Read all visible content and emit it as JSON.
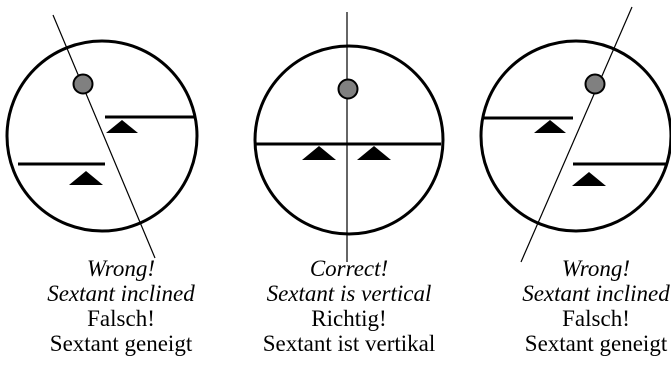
{
  "panels": [
    {
      "status_en": "Wrong!",
      "detail_en": "Sextant inclined",
      "status_de": "Falsch!",
      "detail_de": "Sextant geneigt"
    },
    {
      "status_en": "Correct!",
      "detail_en": "Sextant is vertical",
      "status_de": "Richtig!",
      "detail_de": "Sextant ist vertikal"
    },
    {
      "status_en": "Wrong!",
      "detail_en": "Sextant inclined",
      "status_de": "Falsch!",
      "detail_de": "Sextant geneigt"
    }
  ],
  "colors": {
    "line": "#000000",
    "sun": "#808080",
    "background": "#ffffff"
  }
}
